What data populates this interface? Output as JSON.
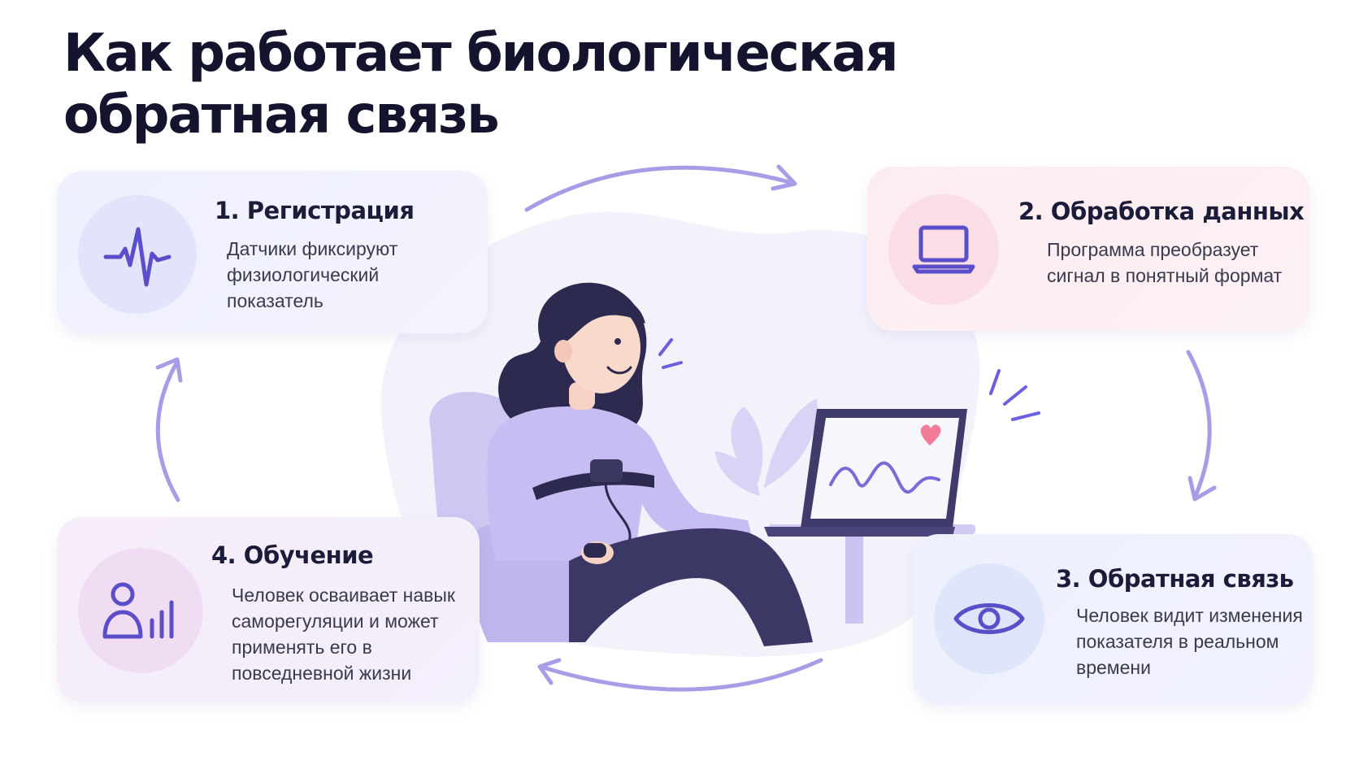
{
  "title": {
    "line1": "Как работает биологическая",
    "line2": "обратная связь"
  },
  "steps": [
    {
      "title": "1. Регистрация",
      "text": "Датчики фиксируют физиологический показатель",
      "icon": "heartbeat-icon",
      "color": "#5b4fc9"
    },
    {
      "title": "2. Обработка данных",
      "text": "Программа преобразует сигнал в понятный формат",
      "icon": "laptop-icon",
      "color": "#5b4fc9"
    },
    {
      "title": "3. Обратная связь",
      "text": "Человек видит изменения показателя в реальном времени",
      "icon": "eye-icon",
      "color": "#5b4fc9"
    },
    {
      "title": "4. Обучение",
      "text": "Человек осваивает навык саморегуляции и может применять его в повседневной жизни",
      "icon": "person-chart-icon",
      "color": "#5b4fc9"
    }
  ],
  "colors": {
    "accent": "#5b4fc9",
    "arrow": "#a89ce6",
    "heart": "#f27b97"
  }
}
